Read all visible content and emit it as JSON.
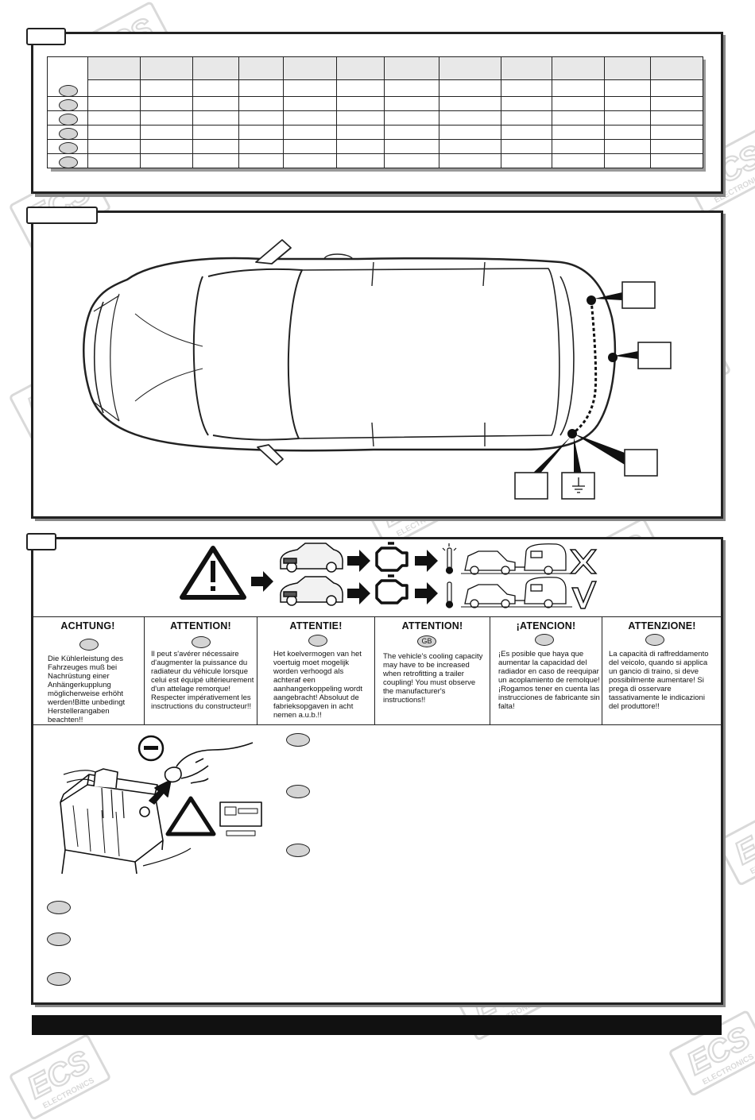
{
  "watermark": {
    "brand": "ECS",
    "sub": "ELECTRONICS"
  },
  "warnings": [
    {
      "title": "ACHTUNG!",
      "text": "Die Kühlerleistung des Fahrzeuges muß bei Nachrüstung einer Anhängerkupplung möglicherweise erhöht werden!Bitte unbedingt Herstellerangaben beachten!!"
    },
    {
      "title": "ATTENTION!",
      "text": "Il peut s'avérer nécessaire d'augmenter la puissance du radiateur du véhicule lorsque celui est équipé ultérieurement d'un attelage remorque! Respecter impérativement les insctructions du constructeur!!"
    },
    {
      "title": "ATTENTIE!",
      "text": "Het koelvermogen van het voertuig moet mogelijk worden verhoogd als achteraf een aanhangerkoppeling wordt aangebracht! Absoluut de fabrieksopgaven in acht nemen a.u.b.!!"
    },
    {
      "title": "ATTENTION!",
      "badge": "GB",
      "text": "The vehicle's cooling capacity may have to be increased when retrofitting a trailer coupling! You must observe the manufacturer's instructions!!"
    },
    {
      "title": "¡ATENCION!",
      "text": "¡Es posible que haya que aumentar la capacidad del radiador en caso de reequipar un acoplamiento de remolque! ¡Rogamos tener en cuenta las instrucciones de fabricante sin falta!"
    },
    {
      "title": "ATTENZIONE!",
      "text": "La capacità di raffreddamento del veicolo, quando si applica un gancio di traino, si deve possibilmente aumentare! Si prega di osservare tassativamente le indicazioni del produttore!!"
    }
  ],
  "colors": {
    "frame": "#222222",
    "oval_fill": "#d4d4d4",
    "header_fill": "#e8e8e8"
  }
}
